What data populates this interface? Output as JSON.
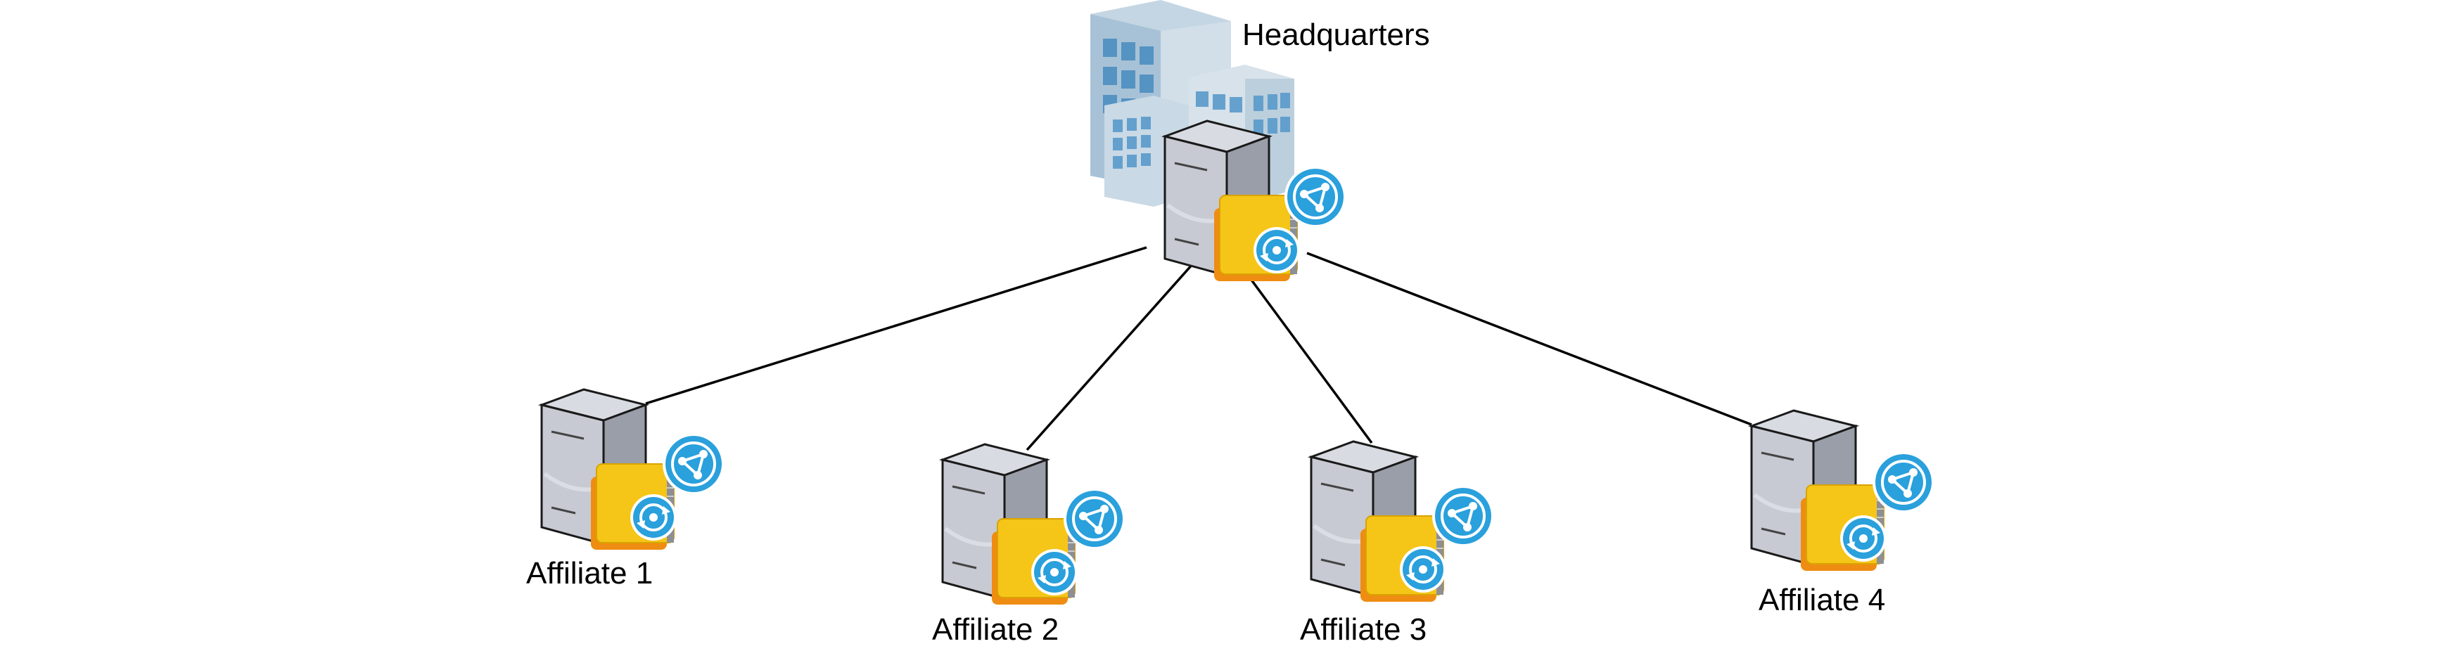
{
  "diagram": {
    "type": "hub-and-spoke",
    "hub": {
      "id": "hq",
      "label": "Headquarters",
      "icons": [
        "office-building-icon",
        "server-icon",
        "database-icon",
        "sync-icon",
        "network-icon"
      ]
    },
    "spokes": [
      {
        "id": "aff1",
        "label": "Affiliate 1",
        "icons": [
          "server-icon",
          "database-icon",
          "sync-icon",
          "network-icon"
        ]
      },
      {
        "id": "aff2",
        "label": "Affiliate 2",
        "icons": [
          "server-icon",
          "database-icon",
          "sync-icon",
          "network-icon"
        ]
      },
      {
        "id": "aff3",
        "label": "Affiliate 3",
        "icons": [
          "server-icon",
          "database-icon",
          "sync-icon",
          "network-icon"
        ]
      },
      {
        "id": "aff4",
        "label": "Affiliate 4",
        "icons": [
          "server-icon",
          "database-icon",
          "sync-icon",
          "network-icon"
        ]
      }
    ],
    "edges": [
      {
        "from": "hq",
        "to": "aff1"
      },
      {
        "from": "hq",
        "to": "aff2"
      },
      {
        "from": "hq",
        "to": "aff3"
      },
      {
        "from": "hq",
        "to": "aff4"
      }
    ],
    "colors": {
      "line": "#000000",
      "server_body": "#b9bcc6",
      "database": "#f5c518",
      "badge": "#2aa0dc",
      "building": "#7fb2d8"
    }
  }
}
